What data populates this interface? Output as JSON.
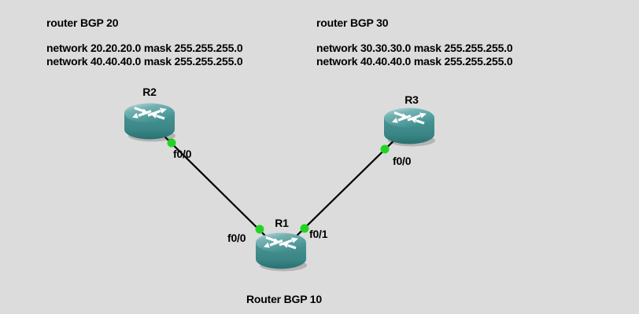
{
  "canvas": {
    "background": "#dcdcdc"
  },
  "colors": {
    "link_line": "#000000",
    "status_dot": "#22d422",
    "router_body": "#3e8c8c",
    "text": "#000000"
  },
  "annotations": {
    "bgp20": {
      "title": "router BGP 20",
      "lines": [
        "network 20.20.20.0 mask 255.255.255.0",
        "network 40.40.40.0 mask 255.255.255.0"
      ]
    },
    "bgp30": {
      "title": "router BGP 30",
      "lines": [
        "network 30.30.30.0 mask 255.255.255.0",
        "network 40.40.40.0 mask 255.255.255.0"
      ]
    },
    "bgp10_caption": "Router BGP 10"
  },
  "nodes": [
    {
      "id": "R2",
      "label": "R2",
      "type": "router"
    },
    {
      "id": "R3",
      "label": "R3",
      "type": "router"
    },
    {
      "id": "R1",
      "label": "R1",
      "type": "router"
    }
  ],
  "links": [
    {
      "from": "R2",
      "from_interface": "f0/0",
      "to": "R1",
      "to_interface": "f0/0",
      "status": "up"
    },
    {
      "from": "R3",
      "from_interface": "f0/0",
      "to": "R1",
      "to_interface": "f0/1",
      "status": "up"
    }
  ]
}
